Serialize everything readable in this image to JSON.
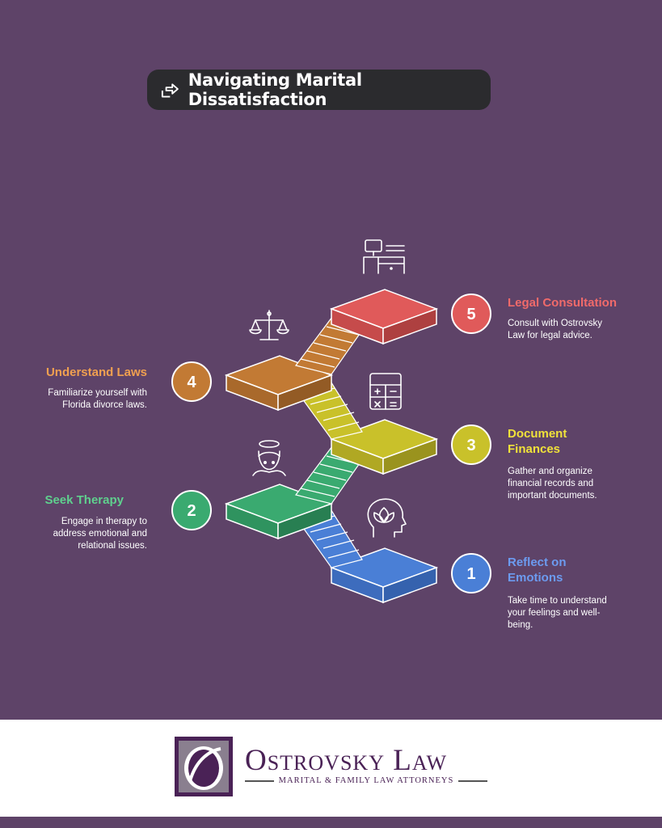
{
  "title": "Navigating Marital Dissatisfaction",
  "steps": [
    {
      "number": "1",
      "label_line1": "Reflect on",
      "label_line2": "Emotions",
      "desc_lines": [
        "Take time to understand",
        "your feelings and well-",
        "being."
      ],
      "color": "#4a7fd6",
      "icon": "head-lotus-icon"
    },
    {
      "number": "2",
      "label_line1": "Seek Therapy",
      "label_line2": "",
      "desc_lines": [
        "Engage in therapy to",
        "address emotional and",
        "relational issues."
      ],
      "color": "#3aaa70",
      "icon": "therapist-icon"
    },
    {
      "number": "3",
      "label_line1": "Document",
      "label_line2": "Finances",
      "desc_lines": [
        "Gather and organize",
        "financial records and",
        "important documents."
      ],
      "color": "#c9c12a",
      "icon": "calculator-icon"
    },
    {
      "number": "4",
      "label_line1": "Understand Laws",
      "label_line2": "",
      "desc_lines": [
        "Familiarize yourself with",
        "Florida divorce laws."
      ],
      "color": "#d08a38",
      "icon": "scales-icon"
    },
    {
      "number": "5",
      "label_line1": "Legal Consultation",
      "label_line2": "",
      "desc_lines": [
        "Consult with Ostrovsky",
        "Law for legal advice."
      ],
      "color": "#e05a5a",
      "icon": "office-desk-icon"
    }
  ],
  "label_colors": {
    "1": "#6c9bf0",
    "2": "#5fd08e",
    "3": "#f0e23a",
    "4": "#f0a050",
    "5": "#f06a6a"
  },
  "footer": {
    "brand": "Ostrovsky Law",
    "tagline": "MARITAL & FAMILY LAW ATTORNEYS"
  }
}
